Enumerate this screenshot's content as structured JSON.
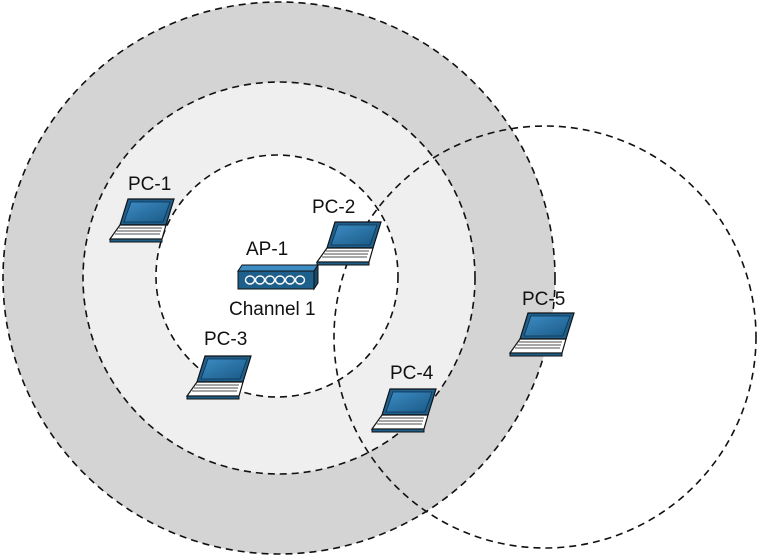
{
  "colors": {
    "outer_ring_fill": "#d4d4d4",
    "middle_ring_fill": "#efefef",
    "inner_fill": "#ffffff",
    "device_blue": "#1f5f8c",
    "device_blue_light": "#2f7db5",
    "outline": "#111111"
  },
  "access_point": {
    "icon": "access-point-icon",
    "name": "AP-1",
    "channel": "Channel 1"
  },
  "clients": [
    {
      "name": "PC-1",
      "icon": "laptop-icon"
    },
    {
      "name": "PC-2",
      "icon": "laptop-icon"
    },
    {
      "name": "PC-3",
      "icon": "laptop-icon"
    },
    {
      "name": "PC-4",
      "icon": "laptop-icon"
    },
    {
      "name": "PC-5",
      "icon": "laptop-icon"
    }
  ]
}
